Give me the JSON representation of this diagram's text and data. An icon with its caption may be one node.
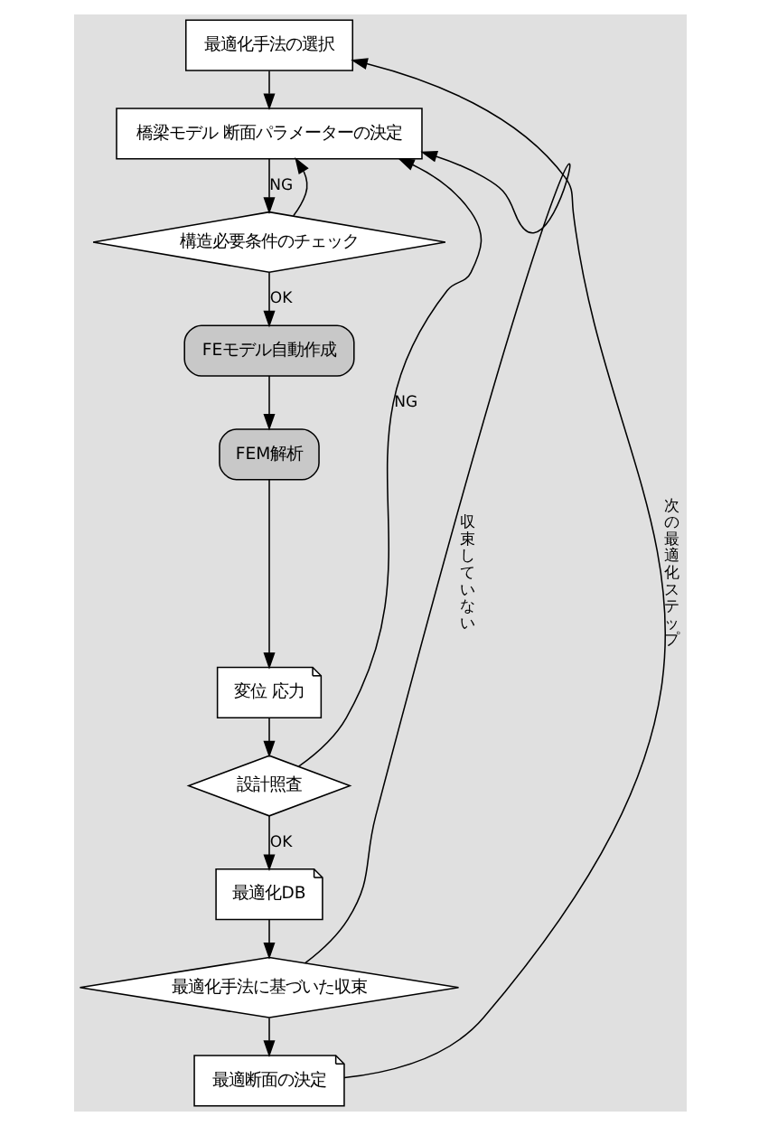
{
  "diagram": {
    "nodes": [
      {
        "text": [
          "最適化手法の選択"
        ]
      },
      {
        "text": [
          "橋梁モデル 断面パラメーターの決定"
        ]
      },
      {
        "text": [
          "構造必要条件のチェック"
        ]
      },
      {
        "text": [
          "FEモデル自動作成"
        ]
      },
      {
        "text": [
          "FEM解析"
        ]
      },
      {
        "text": [
          "変位 応力"
        ]
      },
      {
        "text": [
          "設計照査"
        ]
      },
      {
        "text": [
          "最適化DB"
        ]
      },
      {
        "text": [
          "最適化手法に基づいた収束"
        ]
      },
      {
        "text": [
          "最適断面の決定"
        ]
      }
    ],
    "edges": [
      {
        "from": 0,
        "to": 1,
        "arrow": "to"
      },
      {
        "from": 1,
        "to": 2,
        "arrow": "to",
        "label": "NG"
      },
      {
        "from": 2,
        "to": 3,
        "arrow": "to",
        "label": "OK"
      },
      {
        "from": 3,
        "to": 4,
        "arrow": "to"
      },
      {
        "from": 4,
        "to": 5,
        "arrow": "to"
      },
      {
        "from": 5,
        "to": 6,
        "arrow": "to"
      },
      {
        "from": 6,
        "to": 7,
        "arrow": "to",
        "label": "OK"
      },
      {
        "from": 7,
        "to": 8,
        "arrow": "to"
      },
      {
        "from": 8,
        "to": 9,
        "arrow": "to"
      },
      {
        "from": 2,
        "to": 1,
        "arrow": "to"
      },
      {
        "from": 6,
        "to": 1,
        "arrow": "to",
        "label": "NG"
      },
      {
        "from": 8,
        "to": 1,
        "arrow": "to",
        "label": "収束していない"
      },
      {
        "from": 9,
        "to": 0,
        "arrow": "to",
        "label": "次の最適化ステップ"
      }
    ]
  }
}
